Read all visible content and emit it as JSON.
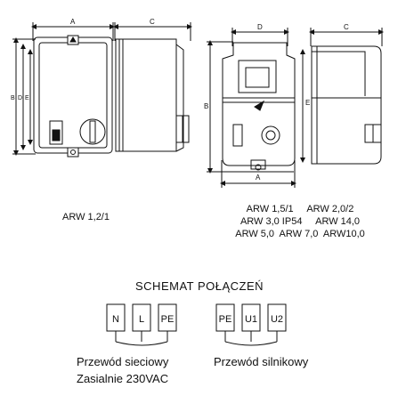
{
  "drawing_left": {
    "dim_labels": {
      "top": "A",
      "side_top": "C",
      "left_1": "B",
      "left_2": "D",
      "left_3": "E"
    },
    "model_label": "ARW 1,2/1"
  },
  "drawing_right": {
    "dim_labels": {
      "top": "D",
      "side_top": "C",
      "bottom": "A",
      "left": "B",
      "right": "E"
    },
    "model_lines": [
      "ARW 1,5/1     ARW 2,0/2",
      "ARW 3,0 IP54     ARW 14,0",
      "ARW 5,0  ARW 7,0  ARW10,0"
    ]
  },
  "schematic": {
    "title": "SCHEMAT POŁĄCZEŃ",
    "supply_terminals": [
      "N",
      "L",
      "PE"
    ],
    "motor_terminals": [
      "PE",
      "U1",
      "U2"
    ],
    "supply_caption_1": "Przewód sieciowy",
    "supply_caption_2": "Zasialnie  230VAC",
    "motor_caption": "Przewód  silnikowy"
  }
}
